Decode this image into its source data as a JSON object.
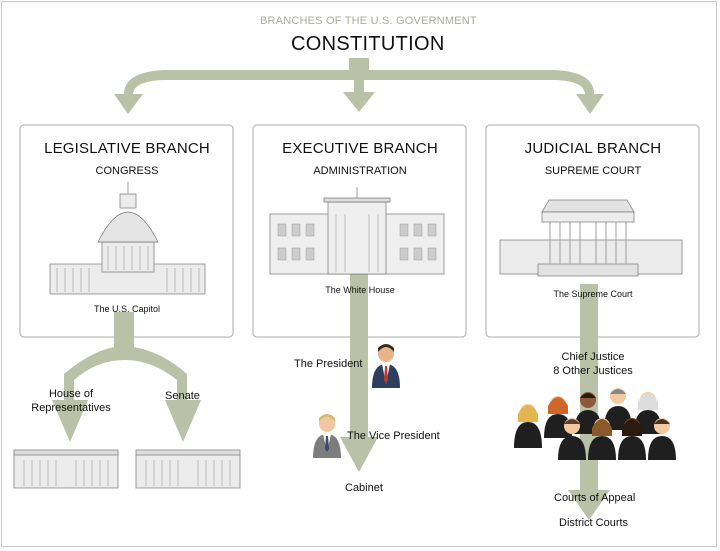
{
  "header": {
    "subtitle": "BRANCHES OF THE U.S. GOVERNMENT",
    "title": "CONSTITUTION"
  },
  "branches": [
    {
      "title": "LEGISLATIVE BRANCH",
      "subtitle": "CONGRESS",
      "caption": "The U.S. Capitol"
    },
    {
      "title": "EXECUTIVE BRANCH",
      "subtitle": "ADMINISTRATION",
      "caption": "The White House"
    },
    {
      "title": "JUDICIAL BRANCH",
      "subtitle": "SUPREME COURT",
      "caption": "The Supreme Court"
    }
  ],
  "legislative": {
    "house_line1": "House of",
    "house_line2": "Representatives",
    "senate": "Senate"
  },
  "executive": {
    "president": "The President",
    "vice_president": "The Vice President",
    "cabinet": "Cabinet"
  },
  "judicial": {
    "chief_justice": "Chief Justice",
    "other_justices": "8 Other Justices",
    "courts_of_appeal": "Courts of Appeal",
    "district_courts": "District Courts"
  },
  "colors": {
    "arrow": "#b9c2a6",
    "box_border": "#bdbdbd",
    "subtitle": "#a8ad9c"
  }
}
